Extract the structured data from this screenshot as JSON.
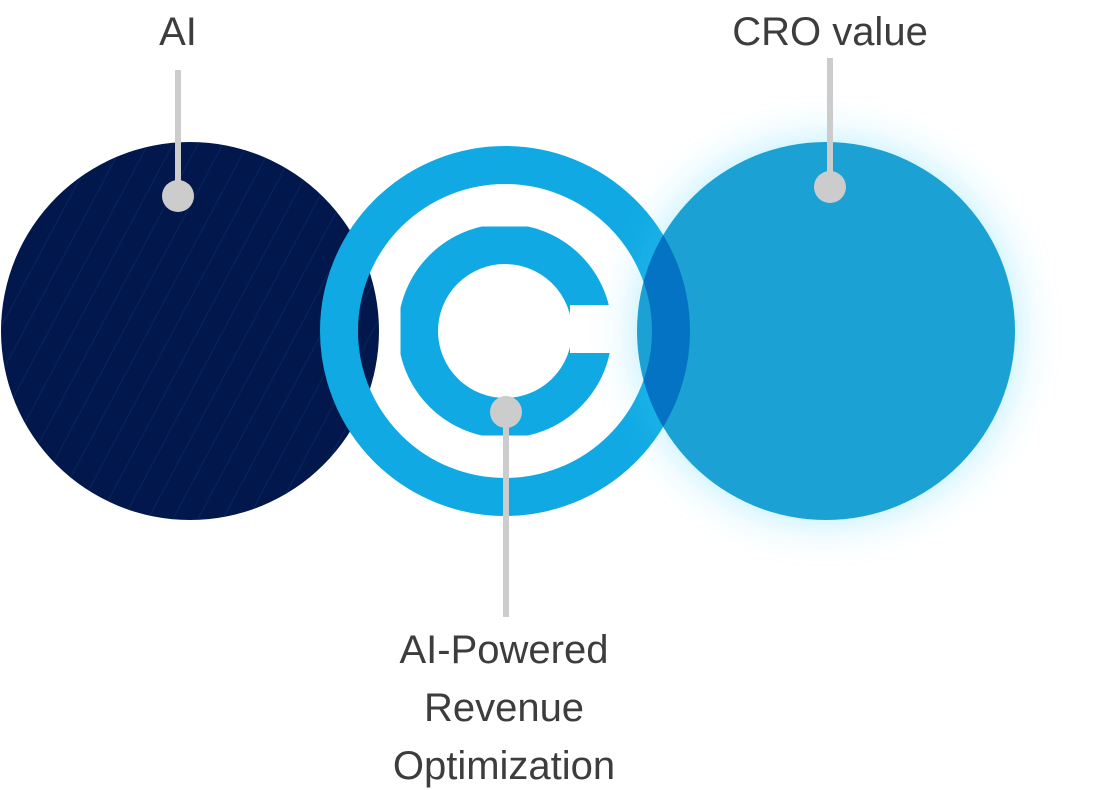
{
  "labels": {
    "ai": "AI",
    "cro_value": "CRO value",
    "center_line1": "AI-Powered",
    "center_line2": "Revenue",
    "center_line3": "Optimization"
  },
  "colors": {
    "navy": "#02184c",
    "bright_blue": "#11a9e3",
    "cro_blue": "#1ba1d3",
    "overlap_blue": "#0573c4",
    "connector_gray": "#cccccc",
    "text": "#3d3d3d"
  }
}
